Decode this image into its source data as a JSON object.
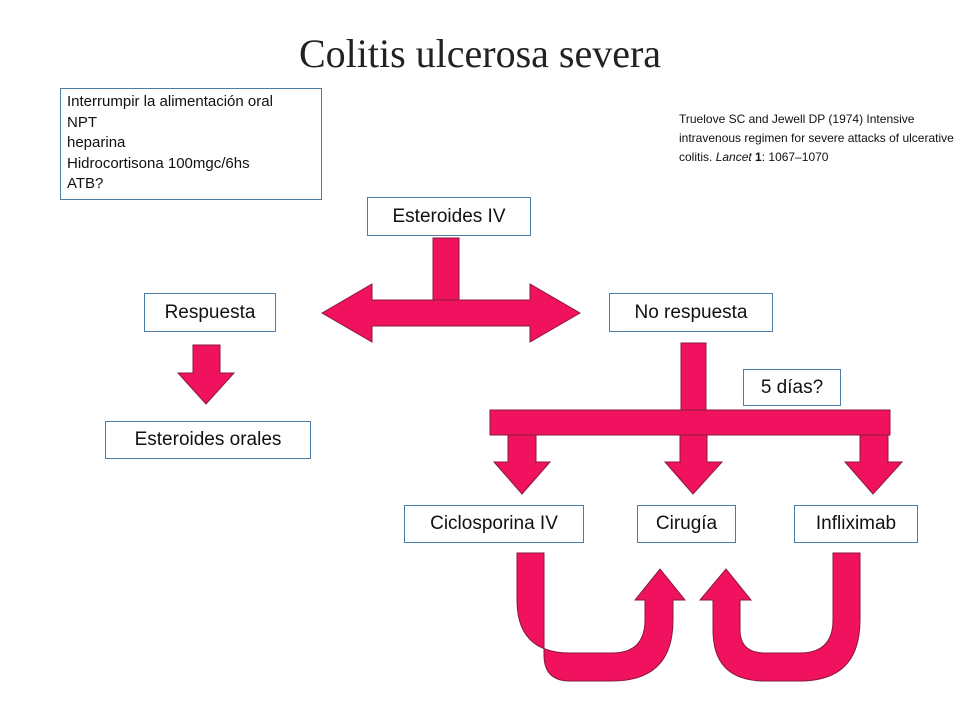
{
  "title": "Colitis ulcerosa severa",
  "notes": [
    "Interrumpir la alimentación oral",
    "NPT",
    "heparina",
    "Hidrocortisona 100mgc/6hs",
    "ATB?"
  ],
  "reference": {
    "line1": "Truelove SC and Jewell DP (1974) Intensive",
    "line2": "intravenous regimen for severe attacks of ulcerative",
    "line3_prefix": "colitis. ",
    "line3_journal": "Lancet",
    "line3_volume": " 1",
    "line3_suffix": ": 1067–1070"
  },
  "nodes": {
    "esteroides_iv": "Esteroides IV",
    "respuesta": "Respuesta",
    "no_respuesta": "No respuesta",
    "cinco_dias": "5 días?",
    "esteroides_orales": "Esteroides orales",
    "ciclosporina": "Ciclosporina IV",
    "cirugia": "Cirugía",
    "infliximab": "Infliximab"
  },
  "colors": {
    "arrow": "#f0115f",
    "arrow_stroke": "#8a1a3c",
    "box_border": "#4a7ea8"
  }
}
